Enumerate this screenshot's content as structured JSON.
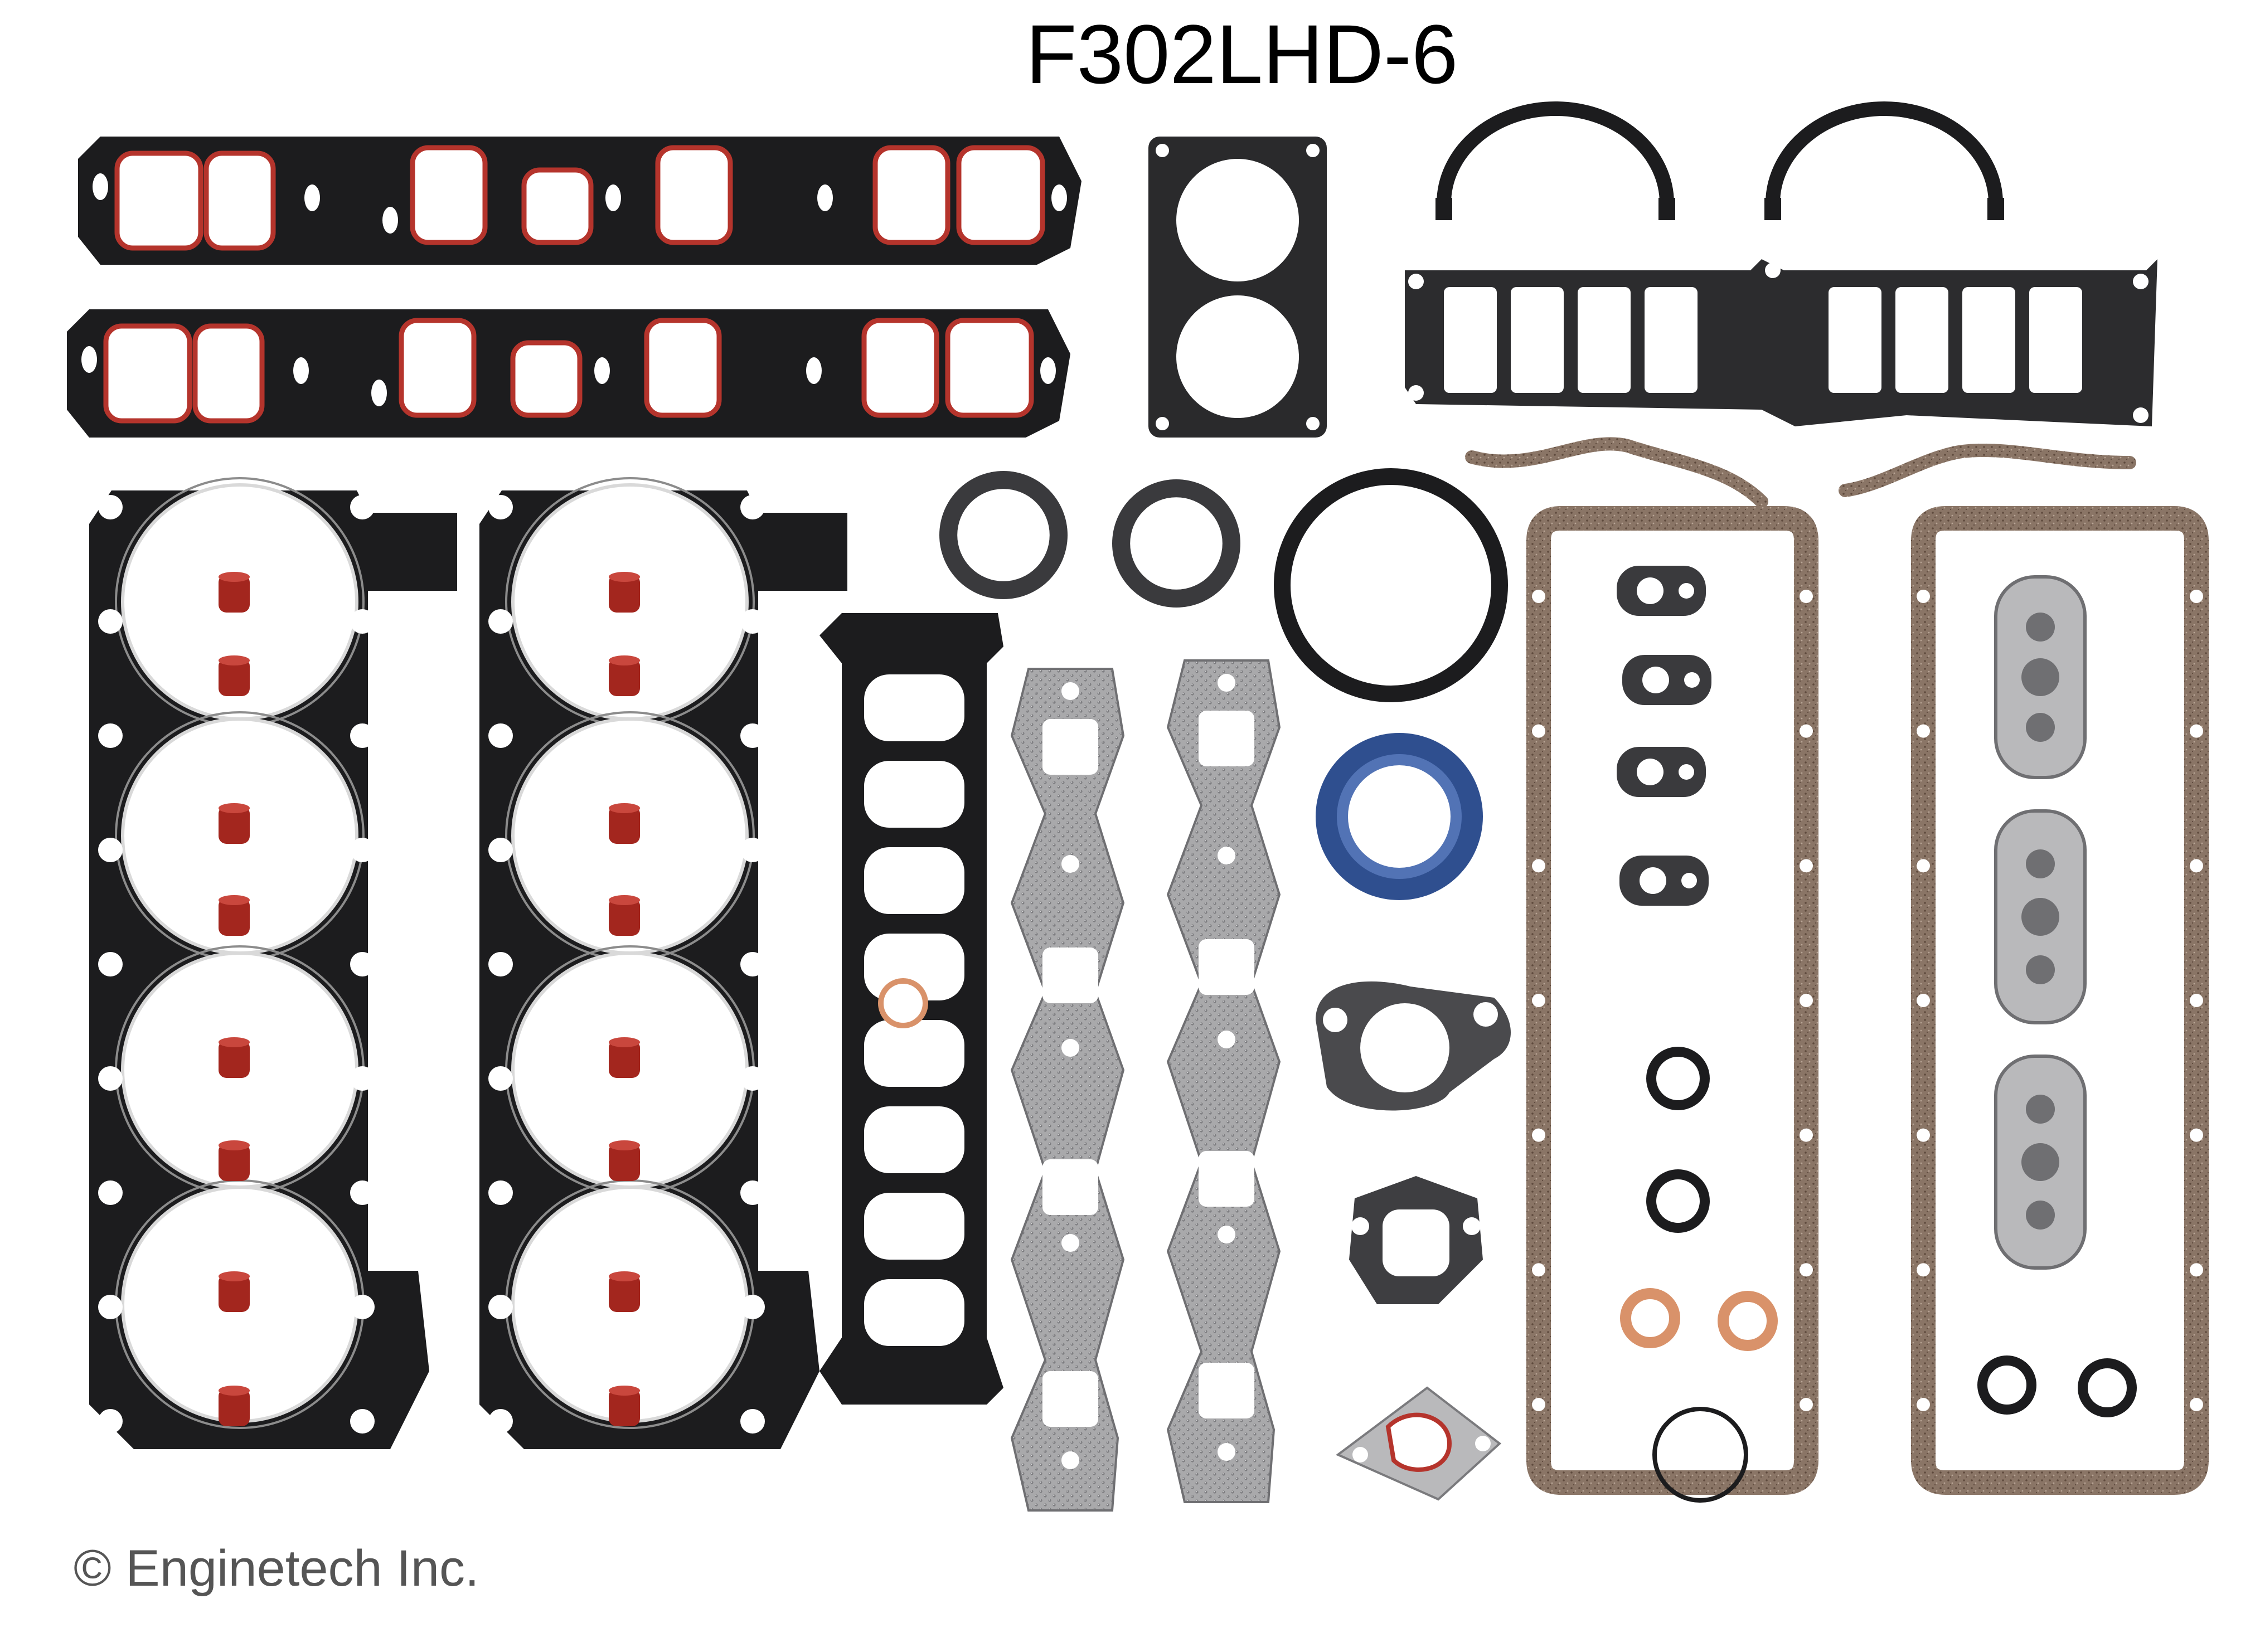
{
  "image": {
    "title": "F302LHD-6",
    "copyright": "© Enginetech Inc."
  },
  "colors": {
    "background": "#ffffff",
    "gasket_black": "#1c1c1e",
    "bead_red": "#b5342c",
    "seal_red": "#a3261e",
    "cork": "#8a7566",
    "cork_dark": "#5e4a3d",
    "steel_gray": "#a9a9ab",
    "fiber_gray": "#b9b9bb",
    "dark_gray": "#3a3a3d",
    "copper": "#d9926a",
    "oil_seal_blue": "#2f4f8f"
  },
  "components": [
    "intake-manifold-gasket",
    "intake-manifold-gasket",
    "throttle-body-gasket",
    "rear-main-seal-half",
    "rear-main-seal-half",
    "upper-intake-plenum-gasket",
    "oil-pan-end-gasket",
    "oil-pan-end-gasket",
    "cylinder-head-gasket",
    "cylinder-head-gasket",
    "valve-stem-seal",
    "exhaust-donut-gasket",
    "exhaust-donut-gasket",
    "rear-main-seal-ring",
    "lower-intake-gasket",
    "exhaust-manifold-gasket",
    "exhaust-manifold-gasket",
    "timing-cover-oil-seal",
    "water-outlet-gasket",
    "fuel-pump-gasket",
    "egr-gasket",
    "valve-cover-gasket",
    "valve-cover-gasket",
    "small-gasket",
    "o-ring",
    "copper-washer"
  ]
}
